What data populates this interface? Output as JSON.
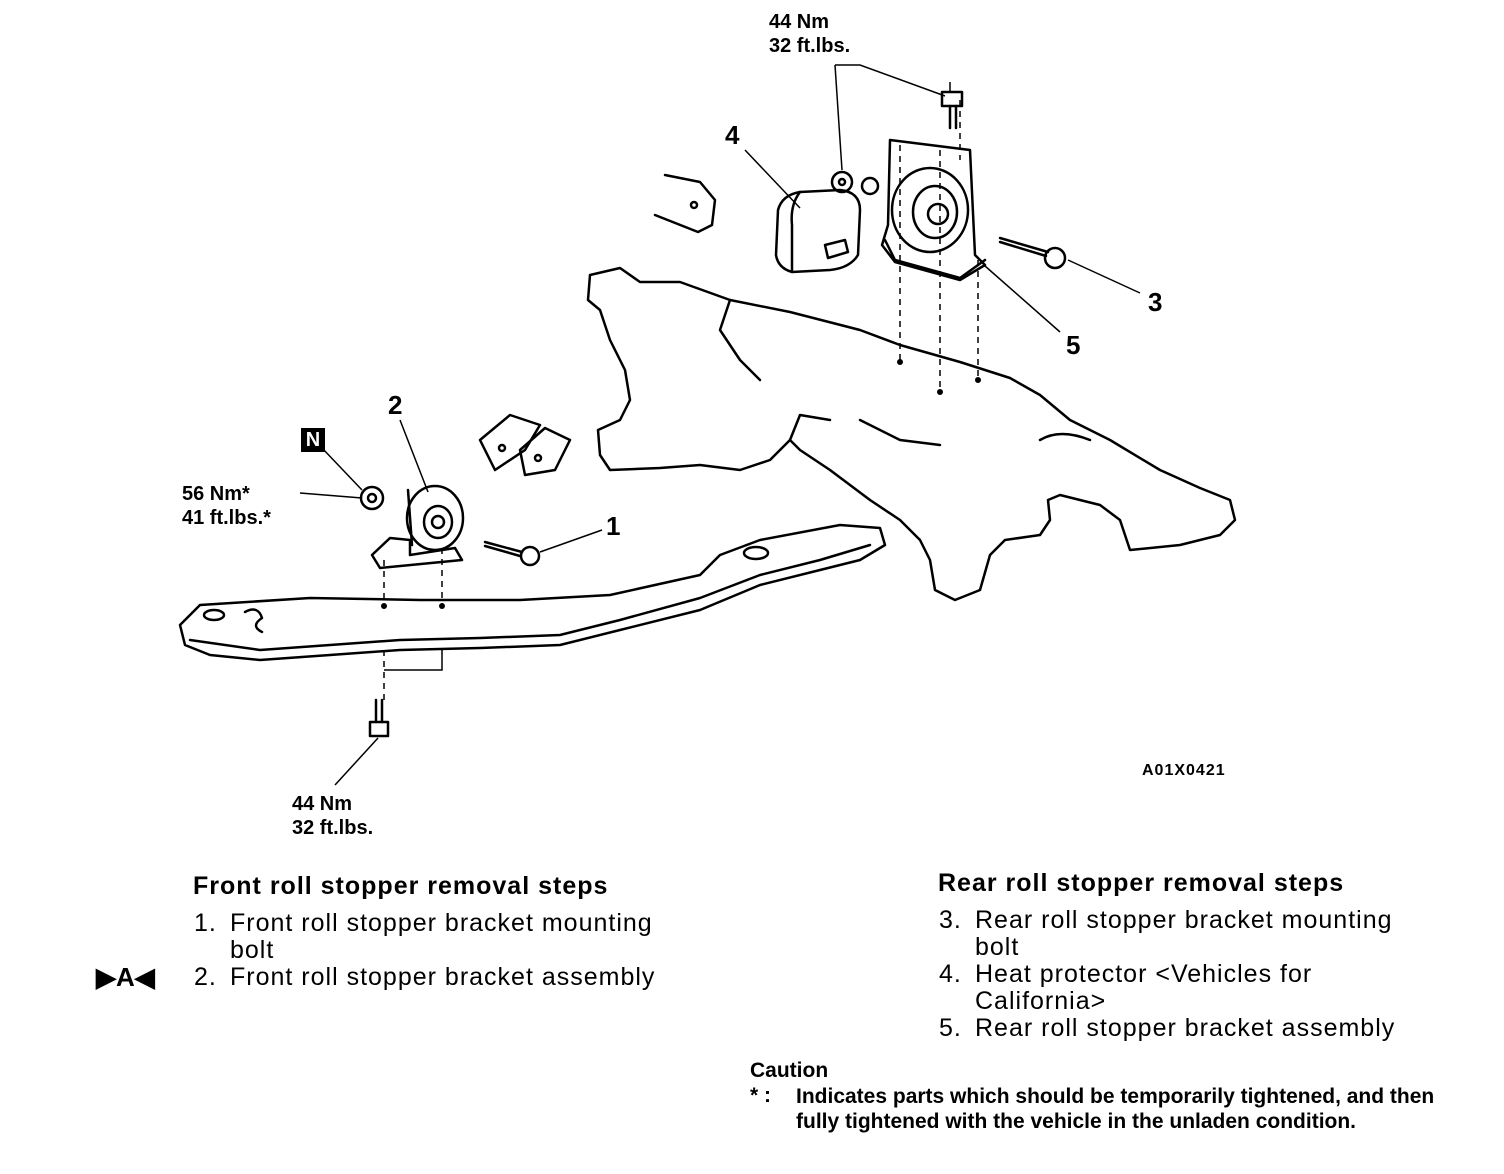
{
  "diagram": {
    "figure_id": "A01X0421",
    "callouts": [
      "1",
      "2",
      "3",
      "4",
      "5"
    ],
    "new_part_badge": "N",
    "torque_labels": {
      "top": {
        "nm": "44 Nm",
        "ftlbs": "32 ft.lbs."
      },
      "left": {
        "nm": "56 Nm*",
        "ftlbs": "41 ft.lbs.*"
      },
      "bottom": {
        "nm": "44 Nm",
        "ftlbs": "32 ft.lbs."
      }
    }
  },
  "front_steps": {
    "heading": "Front roll stopper removal steps",
    "items": [
      {
        "num": "1.",
        "text": "Front roll stopper bracket mounting bolt"
      },
      {
        "num": "2.",
        "text": "Front roll stopper bracket assembly"
      }
    ],
    "marker": "▶A◀"
  },
  "rear_steps": {
    "heading": "Rear roll stopper removal steps",
    "items": [
      {
        "num": "3.",
        "text": "Rear roll stopper bracket mounting bolt"
      },
      {
        "num": "4.",
        "text": "Heat protector <Vehicles for California>"
      },
      {
        "num": "5.",
        "text": "Rear roll stopper bracket assembly"
      }
    ]
  },
  "caution": {
    "title": "Caution",
    "symbol": "* :",
    "text": "Indicates parts which should be temporarily tightened, and then fully tightened with the vehicle in the unladen condition."
  }
}
